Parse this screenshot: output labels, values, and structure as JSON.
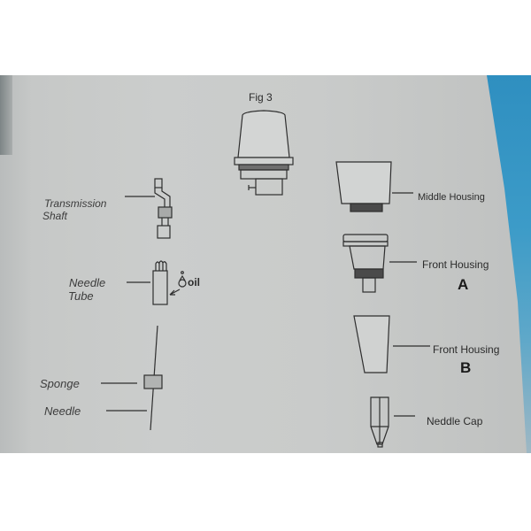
{
  "figure": {
    "title": "Fig 3"
  },
  "labels": {
    "transmission_shaft_line1": "Transmission",
    "transmission_shaft_line2": "Shaft",
    "needle_tube_line1": "Needle",
    "needle_tube_line2": "Tube",
    "oil": "oil",
    "sponge": "Sponge",
    "needle": "Needle",
    "middle_housing": "Middle Housing",
    "front_housing_a": "Front Housing",
    "front_housing_a_letter": "A",
    "front_housing_b": "Front Housing",
    "front_housing_b_letter": "B",
    "needle_cap": "Neddle Cap"
  },
  "colors": {
    "paper": "#cbcdcc",
    "ink": "#2b2b2b",
    "blue_edge": "#3c9bc8"
  }
}
